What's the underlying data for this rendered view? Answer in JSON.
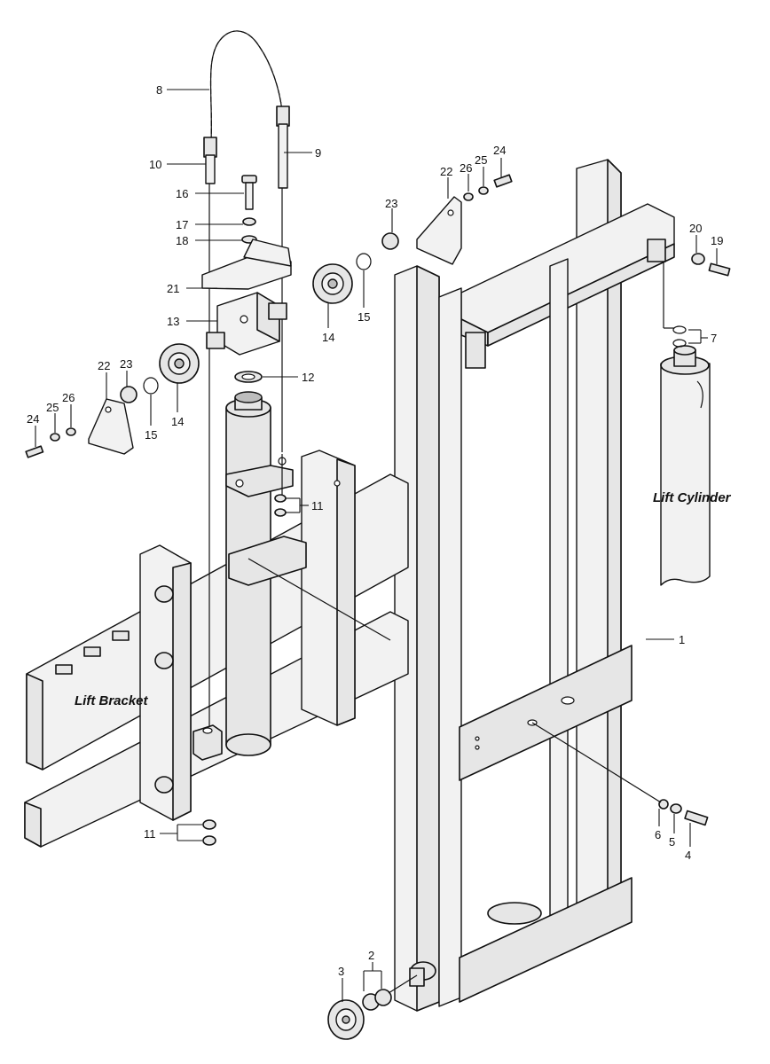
{
  "assembly_labels": {
    "lift_cylinder": "Lift Cylinder",
    "lift_bracket": "Lift Bracket"
  },
  "callouts": {
    "c1": "1",
    "c2": "2",
    "c3": "3",
    "c4": "4",
    "c5": "5",
    "c6": "6",
    "c7": "7",
    "c8": "8",
    "c9": "9",
    "c10": "10",
    "c11a": "11",
    "c11b": "11",
    "c12": "12",
    "c13": "13",
    "c14a": "14",
    "c14b": "14",
    "c15a": "15",
    "c15b": "15",
    "c16": "16",
    "c17": "17",
    "c18": "18",
    "c19": "19",
    "c20": "20",
    "c21": "21",
    "c22a": "22",
    "c22b": "22",
    "c23a": "23",
    "c23b": "23",
    "c24a": "24",
    "c24b": "24",
    "c25a": "25",
    "c25b": "25",
    "c26a": "26",
    "c26b": "26"
  }
}
